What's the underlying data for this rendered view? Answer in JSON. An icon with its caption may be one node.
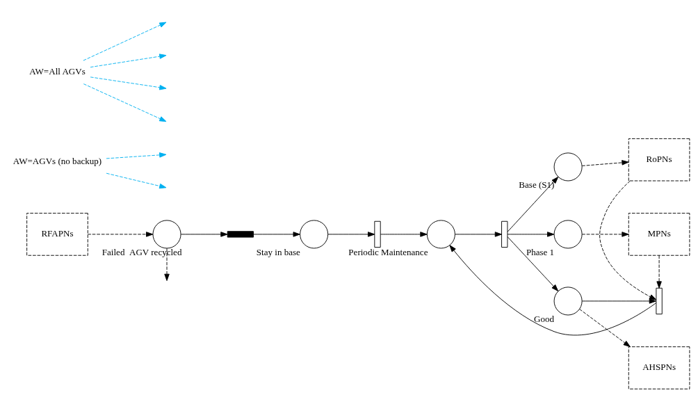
{
  "diagram": {
    "nodes": [
      {
        "text": [
          "RFAPNs"
        ]
      },
      {
        "text": [],
        "shape": "circle",
        "beside": [
          "Failed  AGV recycled"
        ]
      },
      {
        "text": [],
        "shape": "bar"
      },
      {
        "text": [],
        "shape": "circle",
        "beside": [
          "Stay in base"
        ]
      },
      {
        "text": [],
        "shape": "bar"
      },
      {
        "text": [],
        "shape": "circle",
        "beside": [
          "Periodic Maintenance"
        ]
      },
      {
        "text": [],
        "shape": "bar"
      },
      {
        "text": [],
        "shape": "circle",
        "beside": [
          "Base (S1)"
        ]
      },
      {
        "text": [],
        "shape": "circle",
        "beside": [
          "Phase 1"
        ]
      },
      {
        "text": [],
        "shape": "circle",
        "beside": [
          "Good"
        ]
      },
      {
        "text": [],
        "shape": "bar"
      },
      {
        "text": [
          "RoPNs"
        ]
      },
      {
        "text": [
          "MPNs"
        ]
      },
      {
        "text": [
          "AHSPNs"
        ]
      },
      {
        "text": [
          "AW=AGVs (no backup)"
        ]
      },
      {
        "text": [
          "AW=All AGVs"
        ]
      }
    ],
    "edges": [
      {
        "from": 0,
        "to": 1,
        "arrow": "to",
        "style": "dashed"
      },
      {
        "from": 1,
        "to": null,
        "arrow": "to",
        "style": "dashed"
      },
      {
        "from": 1,
        "to": 2,
        "arrow": "to"
      },
      {
        "from": 2,
        "to": 3,
        "arrow": "to"
      },
      {
        "from": 3,
        "to": 4,
        "arrow": "to"
      },
      {
        "from": 4,
        "to": 5,
        "arrow": "to"
      },
      {
        "from": 5,
        "to": 6,
        "arrow": "to"
      },
      {
        "from": 6,
        "to": 7,
        "arrow": "to"
      },
      {
        "from": 6,
        "to": 8,
        "arrow": "to"
      },
      {
        "from": 6,
        "to": 9,
        "arrow": "to"
      },
      {
        "from": 9,
        "to": 10,
        "arrow": "to"
      },
      {
        "from": 10,
        "to": 5,
        "arrow": "to"
      },
      {
        "from": 7,
        "to": 11,
        "arrow": "to",
        "style": "dashed"
      },
      {
        "from": 8,
        "to": 12,
        "arrow": "to",
        "style": "dashed"
      },
      {
        "from": 9,
        "to": 13,
        "arrow": "to",
        "style": "dashed"
      },
      {
        "from": 12,
        "to": 10,
        "arrow": "to",
        "style": "dashed"
      },
      {
        "from": 11,
        "to": 10,
        "arrow": "to",
        "style": "dashed"
      },
      {
        "from": 14,
        "to": null,
        "arrow": "to",
        "style": "dashed",
        "color": "#00b0f0"
      },
      {
        "from": 14,
        "to": null,
        "arrow": "to",
        "style": "dashed",
        "color": "#00b0f0"
      },
      {
        "from": 15,
        "to": null,
        "arrow": "to",
        "style": "dashed",
        "color": "#00b0f0"
      },
      {
        "from": 15,
        "to": null,
        "arrow": "to",
        "style": "dashed",
        "color": "#00b0f0"
      },
      {
        "from": 15,
        "to": null,
        "arrow": "to",
        "style": "dashed",
        "color": "#00b0f0"
      },
      {
        "from": 15,
        "to": null,
        "arrow": "to",
        "style": "dashed",
        "color": "#00b0f0"
      }
    ]
  }
}
